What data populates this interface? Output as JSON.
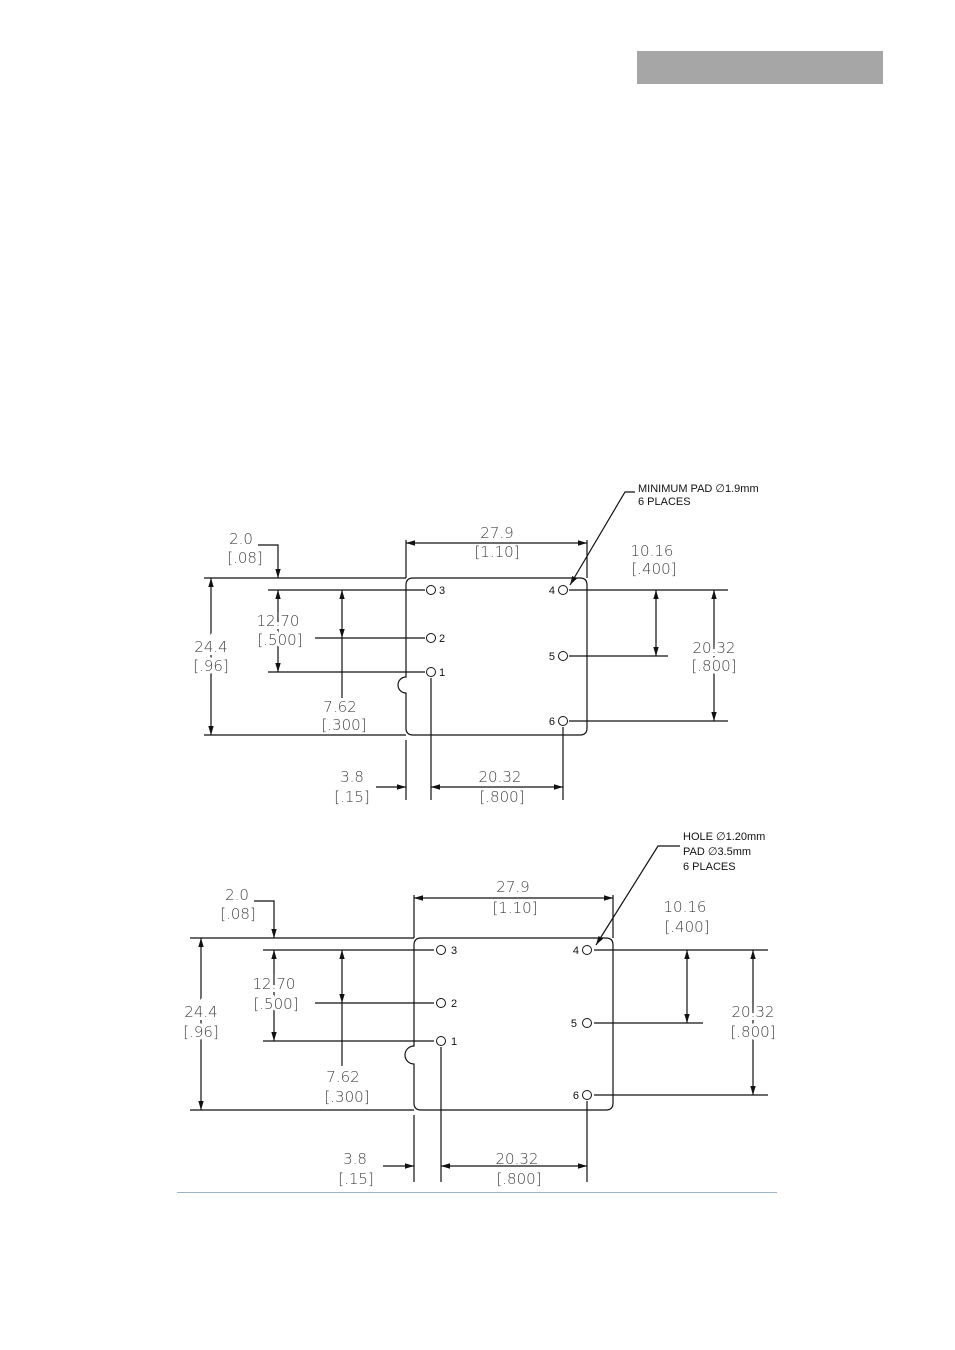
{
  "drawings": [
    {
      "note_lines": [
        "MINIMUM PAD ∅1.9mm",
        "6 PLACES"
      ],
      "width_mm": "27.9",
      "width_in": "[1.10]",
      "offset_mm": "2.0",
      "offset_in": "[.08]",
      "height_mm": "24.4",
      "height_in": "[.96]",
      "pitch_mm": "12.70",
      "pitch_in": "[.500]",
      "pin_mm": "7.62",
      "pin_in": "[.300]",
      "right_top_mm": "10.16",
      "right_top_in": "[.400]",
      "right_span_mm": "20.32",
      "right_span_in": "[.800]",
      "bottom_left_mm": "3.8",
      "bottom_left_in": "[.15]",
      "bottom_span_mm": "20.32",
      "bottom_span_in": "[.800]",
      "pins": [
        "1",
        "2",
        "3",
        "4",
        "5",
        "6"
      ]
    },
    {
      "note_lines": [
        "HOLE ∅1.20mm",
        "PAD ∅3.5mm",
        "6 PLACES"
      ],
      "width_mm": "27.9",
      "width_in": "[1.10]",
      "offset_mm": "2.0",
      "offset_in": "[.08]",
      "height_mm": "24.4",
      "height_in": "[.96]",
      "pitch_mm": "12.70",
      "pitch_in": "[.500]",
      "pin_mm": "7.62",
      "pin_in": "[.300]",
      "right_top_mm": "10.16",
      "right_top_in": "[.400]",
      "right_span_mm": "20.32",
      "right_span_in": "[.800]",
      "bottom_left_mm": "3.8",
      "bottom_left_in": "[.15]",
      "bottom_span_mm": "20.32",
      "bottom_span_in": "[.800]",
      "pins": [
        "1",
        "2",
        "3",
        "4",
        "5",
        "6"
      ]
    }
  ]
}
